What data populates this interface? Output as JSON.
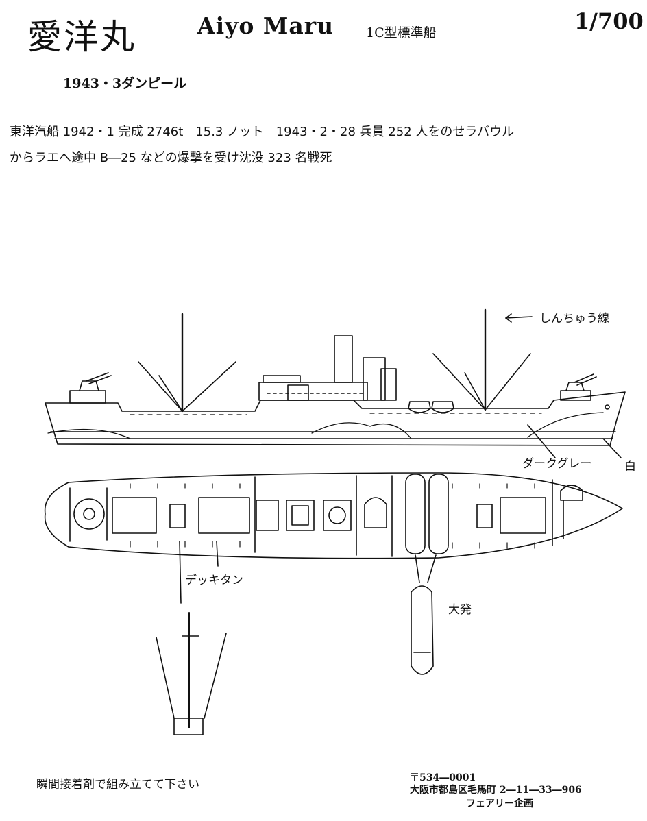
{
  "header": {
    "title_jp": "愛洋丸",
    "title_en": "Aiyo Maru",
    "ship_class": "1C型標準船",
    "scale": "1/700"
  },
  "fate_line": "1943・3ダンピール",
  "history": {
    "line1": "東洋汽船 1942・1 完成 2746t　15.3 ノット　1943・2・28 兵員 252 人をのせラバウル",
    "line2": "からラエへ途中 B―25 などの爆撃を受け沈没 323 名戦死"
  },
  "labels": {
    "rigging_line": "しんちゅう線",
    "dark_gray": "ダークグレー",
    "white": "白",
    "deck_tan": "デッキタン",
    "landing_craft": "大発"
  },
  "footer": {
    "instruction": "瞬間接着剤で組み立てて下さい",
    "postal": "〒534―0001",
    "address": "大阪市都島区毛馬町 2―11―33―906",
    "maker": "フェアリー企画"
  }
}
